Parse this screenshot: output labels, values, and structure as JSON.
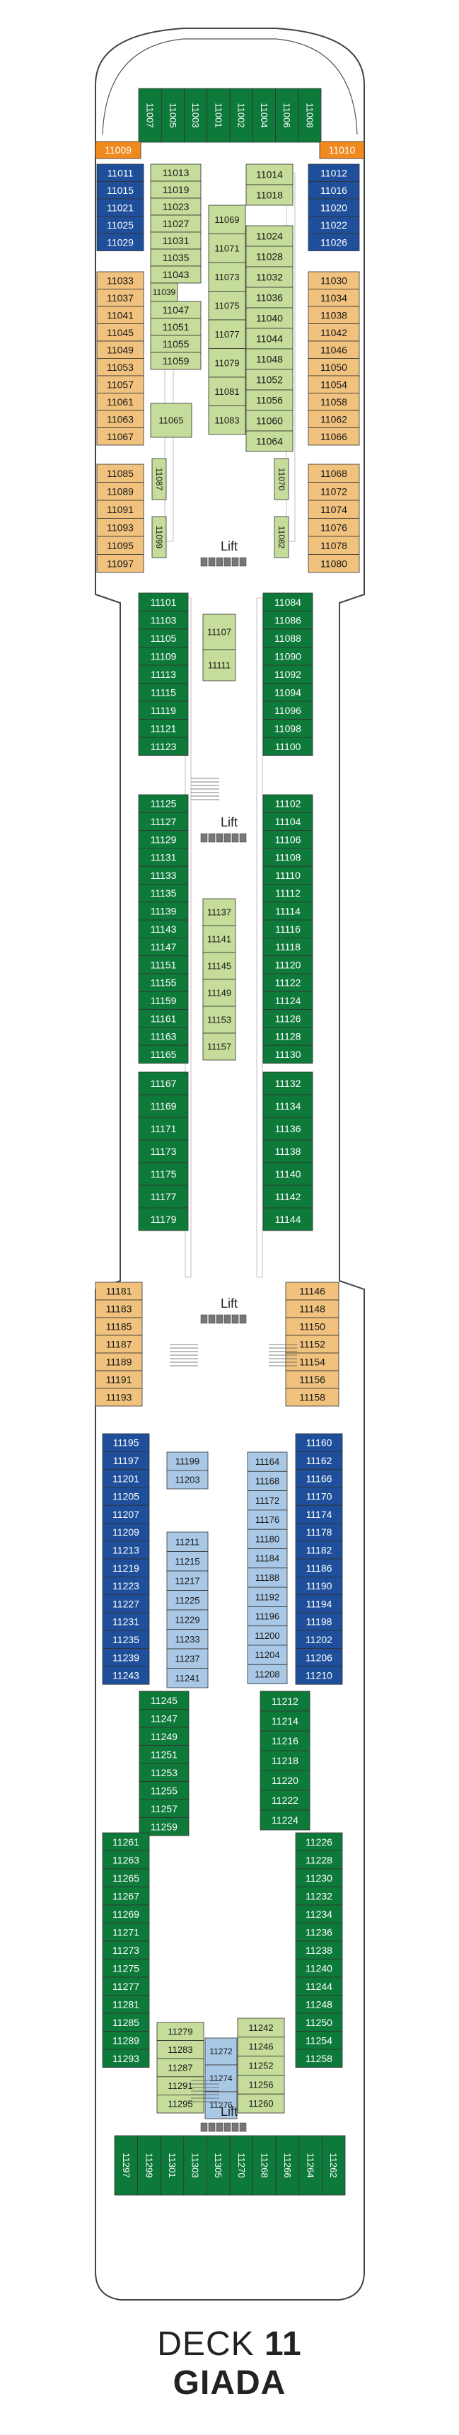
{
  "deck": {
    "label": "DECK",
    "number": "11",
    "name": "GIADA"
  },
  "lift_label": "Lift",
  "colors": {
    "darkgreen": "#0e7a3a",
    "lightgreen": "#c5dc9a",
    "blue": "#1f4f9a",
    "lightblue": "#a9c8e6",
    "orange": "#f0c27d",
    "cornerorange": "#f08a1f",
    "line": "#333333"
  },
  "cabins": {
    "fwd_top": [
      "11007",
      "11005",
      "11003",
      "11001",
      "11002",
      "11004",
      "11006",
      "11008"
    ],
    "fwd_corner": [
      "11009",
      "11010"
    ],
    "fwd_left_outer_blue": [
      "11011",
      "11015",
      "11021",
      "11025",
      "11029"
    ],
    "fwd_left_outer_orange": [
      "11033",
      "11037",
      "11041",
      "11045",
      "11049",
      "11053",
      "11057",
      "11061",
      "11063",
      "11067"
    ],
    "fwd_left_inner": [
      "11013",
      "11019",
      "11023",
      "11027",
      "11031",
      "11035",
      "11043",
      "11047",
      "11051",
      "11055",
      "11059"
    ],
    "fwd_left_inner_extra": [
      "11039"
    ],
    "fwd_left_small": [
      "11065"
    ],
    "fwd_center_left": [
      "11069",
      "11071",
      "11073",
      "11075",
      "11077",
      "11079",
      "11081",
      "11083"
    ],
    "fwd_center_right": [
      "11024",
      "11028",
      "11032",
      "11036",
      "11040",
      "11044",
      "11048",
      "11052",
      "11056",
      "11060",
      "11064"
    ],
    "fwd_right_top": [
      "11014",
      "11018"
    ],
    "fwd_right_outer_blue": [
      "11012",
      "11016",
      "11020",
      "11022",
      "11026"
    ],
    "fwd_right_outer_orange": [
      "11030",
      "11034",
      "11038",
      "11042",
      "11046",
      "11050",
      "11054",
      "11058",
      "11062",
      "11066"
    ],
    "fwd2_left_orange": [
      "11085",
      "11089",
      "11091",
      "11093",
      "11095",
      "11097"
    ],
    "fwd2_left_vert": [
      "11087",
      "11099"
    ],
    "fwd2_right_vert": [
      "11070",
      "11082"
    ],
    "fwd2_right_orange": [
      "11068",
      "11072",
      "11074",
      "11076",
      "11078",
      "11080"
    ],
    "mid_left_a": [
      "11101",
      "11103",
      "11105",
      "11109",
      "11113",
      "11115",
      "11119",
      "11121",
      "11123"
    ],
    "mid_center_a": [
      "11107",
      "11111"
    ],
    "mid_right_a": [
      "11084",
      "11086",
      "11088",
      "11090",
      "11092",
      "11094",
      "11096",
      "11098",
      "11100"
    ],
    "mid_left_b": [
      "11125",
      "11127",
      "11129",
      "11131",
      "11133",
      "11135",
      "11139",
      "11143",
      "11147",
      "11151",
      "11155",
      "11159",
      "11161",
      "11163",
      "11165"
    ],
    "mid_center_b": [
      "11137",
      "11141",
      "11145",
      "11149",
      "11153",
      "11157"
    ],
    "mid_right_b": [
      "11102",
      "11104",
      "11106",
      "11108",
      "11110",
      "11112",
      "11114",
      "11116",
      "11118",
      "11120",
      "11122",
      "11124",
      "11126",
      "11128",
      "11130"
    ],
    "mid_left_c": [
      "11167",
      "11169",
      "11171",
      "11173",
      "11175",
      "11177",
      "11179"
    ],
    "mid_right_c": [
      "11132",
      "11134",
      "11136",
      "11138",
      "11140",
      "11142",
      "11144"
    ],
    "aft1_left_orange": [
      "11181",
      "11183",
      "11185",
      "11187",
      "11189",
      "11191",
      "11193"
    ],
    "aft1_right_orange": [
      "11146",
      "11148",
      "11150",
      "11152",
      "11154",
      "11156",
      "11158"
    ],
    "aft2_left_blue": [
      "11195",
      "11197",
      "11201",
      "11205",
      "11207",
      "11209",
      "11213",
      "11219",
      "11223",
      "11227",
      "11231",
      "11235",
      "11239",
      "11243"
    ],
    "aft2_inner_left_top": [
      "11199",
      "11203"
    ],
    "aft2_inner_left_bot": [
      "11211",
      "11215",
      "11217",
      "11225",
      "11229",
      "11233",
      "11237",
      "11241"
    ],
    "aft2_inner_right": [
      "11164",
      "11168",
      "11172",
      "11176",
      "11180",
      "11184",
      "11188",
      "11192",
      "11196",
      "11200",
      "11204",
      "11208"
    ],
    "aft2_right_blue": [
      "11160",
      "11162",
      "11166",
      "11170",
      "11174",
      "11178",
      "11182",
      "11186",
      "11190",
      "11194",
      "11198",
      "11202",
      "11206",
      "11210"
    ],
    "aft3_left": [
      "11245",
      "11247",
      "11249",
      "11251",
      "11253",
      "11255",
      "11257",
      "11259"
    ],
    "aft3_right": [
      "11212",
      "11214",
      "11216",
      "11218",
      "11220",
      "11222",
      "11224"
    ],
    "aft4_left": [
      "11261",
      "11263",
      "11265",
      "11267",
      "11269",
      "11271",
      "11273",
      "11275",
      "11277",
      "11281",
      "11285",
      "11289",
      "11293"
    ],
    "aft4_inner_left": [
      "11279",
      "11283",
      "11287",
      "11291",
      "11295"
    ],
    "aft4_center": [
      "11272",
      "11274",
      "11276"
    ],
    "aft4_inner_right": [
      "11242",
      "11246",
      "11252",
      "11256",
      "11260"
    ],
    "aft4_right": [
      "11226",
      "11228",
      "11230",
      "11232",
      "11234",
      "11236",
      "11238",
      "11240",
      "11244",
      "11248",
      "11250",
      "11254",
      "11258"
    ],
    "stern": [
      "11297",
      "11299",
      "11301",
      "11303",
      "11305",
      "11270",
      "11268",
      "11266",
      "11264",
      "11262"
    ]
  }
}
